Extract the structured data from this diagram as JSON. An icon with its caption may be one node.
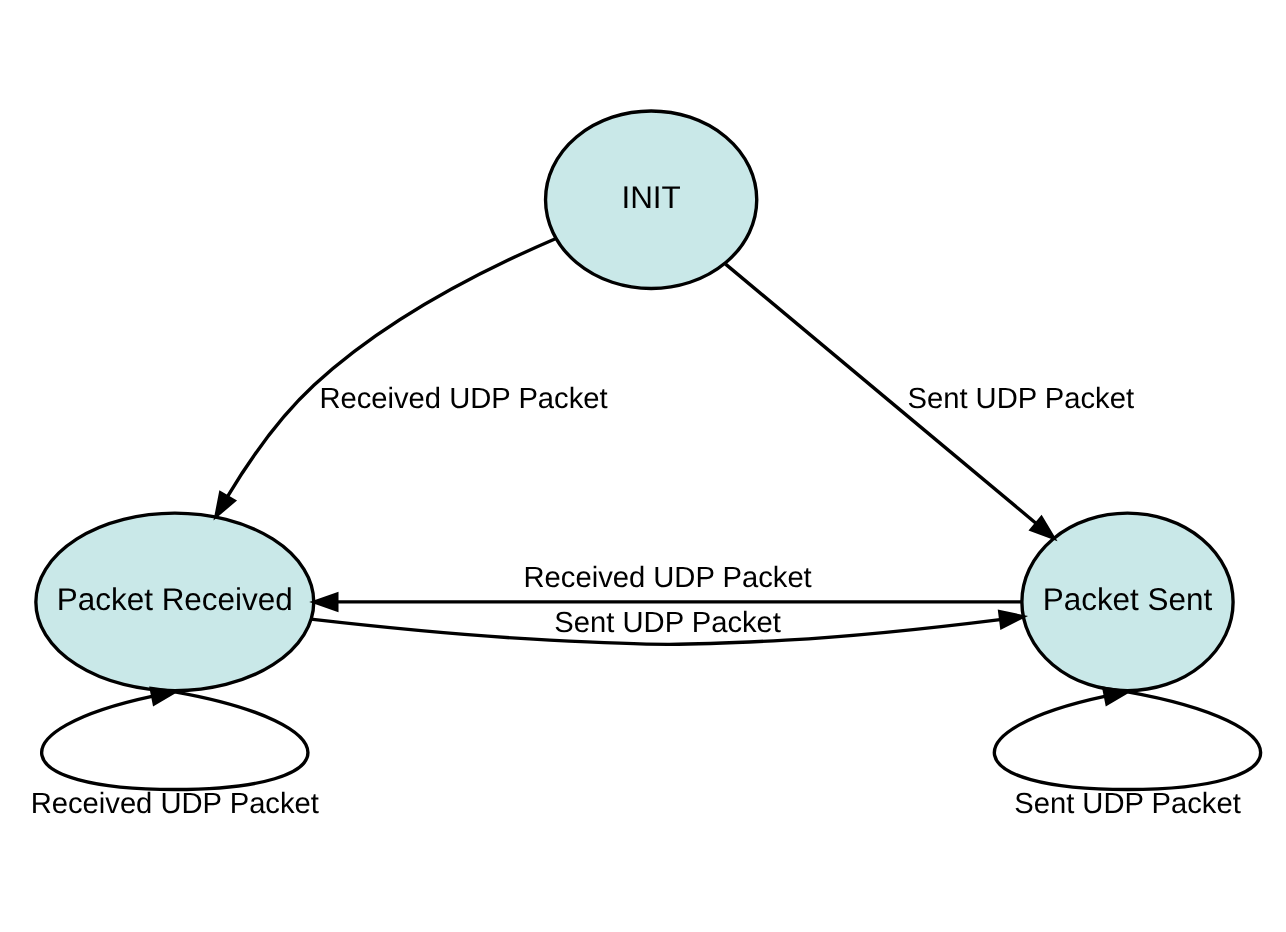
{
  "diagram": {
    "nodes": [
      {
        "text": [
          "INIT"
        ]
      },
      {
        "text": [
          "Packet Received"
        ]
      },
      {
        "text": [
          "Packet Sent"
        ]
      }
    ],
    "edges": [
      {
        "from": 0,
        "to": 1,
        "arrow": "to",
        "label": "Received UDP Packet"
      },
      {
        "from": 0,
        "to": 2,
        "arrow": "to",
        "label": "Sent UDP Packet"
      },
      {
        "from": 2,
        "to": 1,
        "arrow": "to",
        "label": "Received UDP Packet"
      },
      {
        "from": 1,
        "to": 2,
        "arrow": "to",
        "label": "Sent UDP Packet"
      },
      {
        "from": 1,
        "to": 1,
        "arrow": "to",
        "label": "Received UDP Packet"
      },
      {
        "from": 2,
        "to": 2,
        "arrow": "to",
        "label": "Sent UDP Packet"
      }
    ]
  }
}
